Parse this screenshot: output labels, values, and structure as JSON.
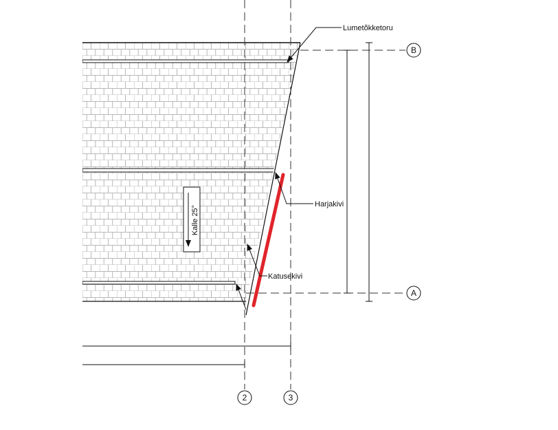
{
  "labels": {
    "snow_guard": "Lumetõkketoru",
    "ridge_tile": "Harjakivi",
    "roof_tile": "Katusekivi",
    "slope": "Kalle 25°"
  },
  "grid_markers": {
    "vertical": [
      "2",
      "3"
    ],
    "horizontal": [
      "B",
      "A"
    ]
  },
  "colors": {
    "highlight": "#e0242a",
    "brick_line": "#b8b8b8",
    "line": "#111111"
  }
}
